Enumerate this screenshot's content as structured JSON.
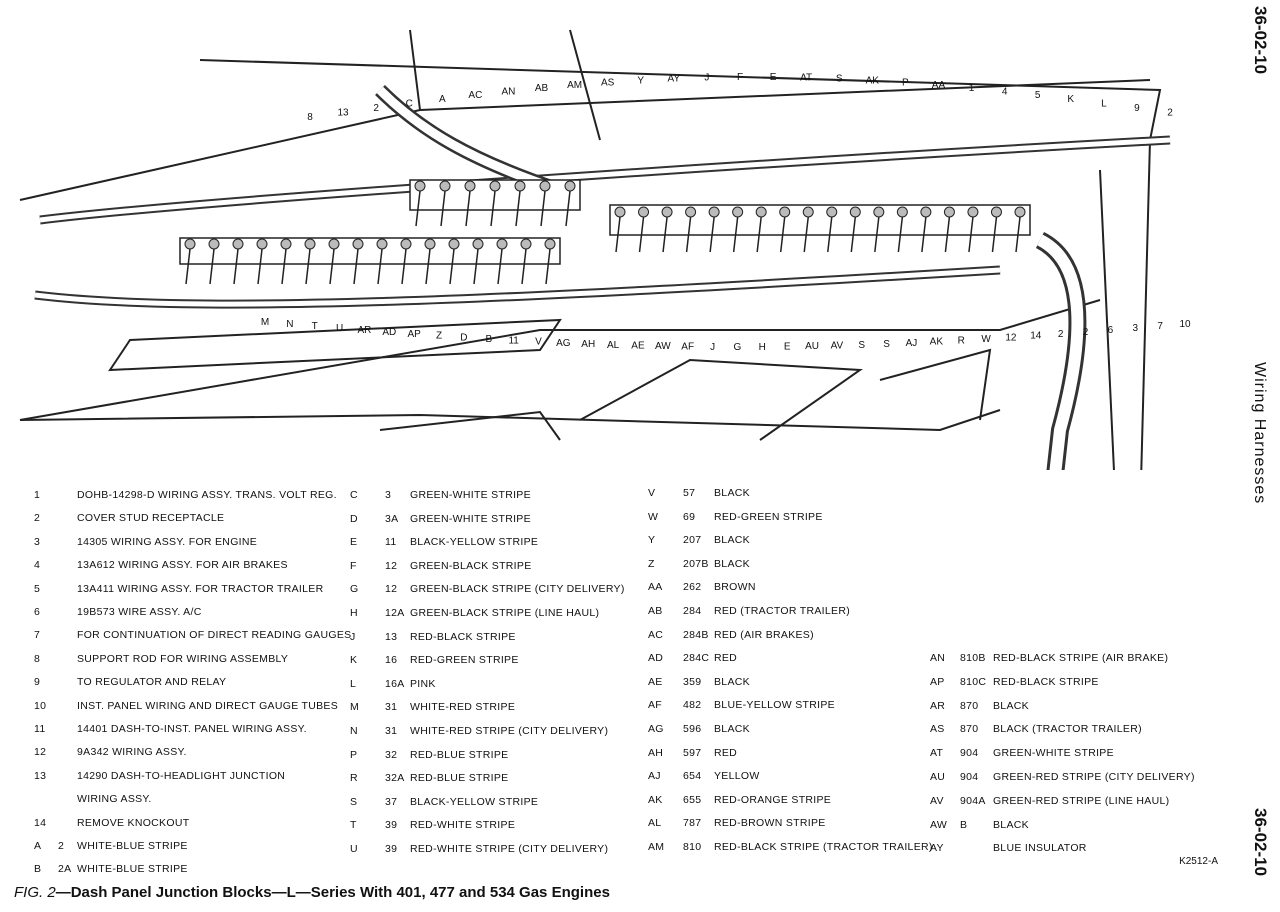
{
  "page": {
    "section_id_top": "36-02-10",
    "section_id_bottom": "36-02-10",
    "side_title": "Wiring Harnesses",
    "ref_code": "K2512-A",
    "caption_prefix": "FIG. 2",
    "caption_text": "—Dash Panel Junction Blocks—L—Series With 401, 477 and 534 Gas Engines"
  },
  "diagram": {
    "callouts_top": [
      "8",
      "13",
      "2",
      "C",
      "A",
      "AC",
      "AN",
      "AB",
      "AM",
      "AS",
      "Y",
      "AY",
      "J",
      "F",
      "E",
      "AT",
      "S",
      "AK",
      "P",
      "AA",
      "1",
      "4",
      "5",
      "K",
      "L",
      "9",
      "2"
    ],
    "callouts_bottom": [
      "M",
      "N",
      "T",
      "U",
      "AR",
      "AD",
      "AP",
      "Z",
      "D",
      "B",
      "11",
      "V",
      "AG",
      "AH",
      "AL",
      "AE",
      "AW",
      "AF",
      "J",
      "G",
      "H",
      "E",
      "AU",
      "AV",
      "S",
      "S",
      "AJ",
      "AK",
      "R",
      "W",
      "12",
      "14",
      "2",
      "2",
      "6",
      "3",
      "7",
      "10"
    ]
  },
  "legend": {
    "col1": [
      {
        "code": "1",
        "desc": "DOHB-14298-D WIRING ASSY. TRANS. VOLT REG."
      },
      {
        "code": "2",
        "desc": "COVER STUD RECEPTACLE"
      },
      {
        "code": "3",
        "desc": "14305 WIRING ASSY. FOR ENGINE"
      },
      {
        "code": "4",
        "desc": "13A612 WIRING ASSY. FOR AIR BRAKES"
      },
      {
        "code": "5",
        "desc": "13A411 WIRING ASSY. FOR TRACTOR TRAILER"
      },
      {
        "code": "6",
        "desc": "19B573 WIRE ASSY. A/C"
      },
      {
        "code": "7",
        "desc": "FOR CONTINUATION OF DIRECT READING GAUGES"
      },
      {
        "code": "8",
        "desc": "SUPPORT ROD FOR WIRING ASSEMBLY"
      },
      {
        "code": "9",
        "desc": "TO REGULATOR AND RELAY"
      },
      {
        "code": "10",
        "desc": "INST. PANEL WIRING AND DIRECT GAUGE TUBES"
      },
      {
        "code": "11",
        "desc": "14401 DASH-TO-INST. PANEL WIRING ASSY."
      },
      {
        "code": "12",
        "desc": "9A342 WIRING ASSY."
      },
      {
        "code": "13",
        "desc": "14290 DASH-TO-HEADLIGHT JUNCTION"
      },
      {
        "code": "",
        "desc": "WIRING ASSY."
      },
      {
        "code": "14",
        "desc": "REMOVE KNOCKOUT"
      },
      {
        "code": "A",
        "num": "2",
        "desc": "WHITE-BLUE STRIPE"
      },
      {
        "code": "B",
        "num": "2A",
        "desc": "WHITE-BLUE STRIPE"
      }
    ],
    "col2": [
      {
        "code": "C",
        "num": "3",
        "desc": "GREEN-WHITE STRIPE"
      },
      {
        "code": "D",
        "num": "3A",
        "desc": "GREEN-WHITE STRIPE"
      },
      {
        "code": "E",
        "num": "11",
        "desc": "BLACK-YELLOW STRIPE"
      },
      {
        "code": "F",
        "num": "12",
        "desc": "GREEN-BLACK STRIPE"
      },
      {
        "code": "G",
        "num": "12",
        "desc": "GREEN-BLACK STRIPE (CITY DELIVERY)"
      },
      {
        "code": "H",
        "num": "12A",
        "desc": "GREEN-BLACK STRIPE (LINE HAUL)"
      },
      {
        "code": "J",
        "num": "13",
        "desc": "RED-BLACK STRIPE"
      },
      {
        "code": "K",
        "num": "16",
        "desc": "RED-GREEN STRIPE"
      },
      {
        "code": "L",
        "num": "16A",
        "desc": "PINK"
      },
      {
        "code": "M",
        "num": "31",
        "desc": "WHITE-RED STRIPE"
      },
      {
        "code": "N",
        "num": "31",
        "desc": "WHITE-RED STRIPE (CITY DELIVERY)"
      },
      {
        "code": "P",
        "num": "32",
        "desc": "RED-BLUE STRIPE"
      },
      {
        "code": "R",
        "num": "32A",
        "desc": "RED-BLUE STRIPE"
      },
      {
        "code": "S",
        "num": "37",
        "desc": "BLACK-YELLOW STRIPE"
      },
      {
        "code": "T",
        "num": "39",
        "desc": "RED-WHITE STRIPE"
      },
      {
        "code": "U",
        "num": "39",
        "desc": "RED-WHITE STRIPE (CITY DELIVERY)"
      }
    ],
    "col3": [
      {
        "code": "V",
        "num": "57",
        "desc": "BLACK"
      },
      {
        "code": "W",
        "num": "69",
        "desc": "RED-GREEN STRIPE"
      },
      {
        "code": "Y",
        "num": "207",
        "desc": "BLACK"
      },
      {
        "code": "Z",
        "num": "207B",
        "desc": "BLACK"
      },
      {
        "code": "AA",
        "num": "262",
        "desc": "BROWN"
      },
      {
        "code": "AB",
        "num": "284",
        "desc": "RED (TRACTOR TRAILER)"
      },
      {
        "code": "AC",
        "num": "284B",
        "desc": "RED (AIR BRAKES)"
      },
      {
        "code": "AD",
        "num": "284C",
        "desc": "RED"
      },
      {
        "code": "AE",
        "num": "359",
        "desc": "BLACK"
      },
      {
        "code": "AF",
        "num": "482",
        "desc": "BLUE-YELLOW STRIPE"
      },
      {
        "code": "AG",
        "num": "596",
        "desc": "BLACK"
      },
      {
        "code": "AH",
        "num": "597",
        "desc": "RED"
      },
      {
        "code": "AJ",
        "num": "654",
        "desc": "YELLOW"
      },
      {
        "code": "AK",
        "num": "655",
        "desc": "RED-ORANGE STRIPE"
      },
      {
        "code": "AL",
        "num": "787",
        "desc": "RED-BROWN STRIPE"
      },
      {
        "code": "AM",
        "num": "810",
        "desc": "RED-BLACK STRIPE (TRACTOR TRAILER)"
      }
    ],
    "col4": [
      {
        "code": "AN",
        "num": "810B",
        "desc": "RED-BLACK STRIPE (AIR BRAKE)"
      },
      {
        "code": "AP",
        "num": "810C",
        "desc": "RED-BLACK STRIPE"
      },
      {
        "code": "AR",
        "num": "870",
        "desc": "BLACK"
      },
      {
        "code": "AS",
        "num": "870",
        "desc": "BLACK (TRACTOR TRAILER)"
      },
      {
        "code": "AT",
        "num": "904",
        "desc": "GREEN-WHITE STRIPE"
      },
      {
        "code": "AU",
        "num": "904",
        "desc": "GREEN-RED STRIPE (CITY DELIVERY)"
      },
      {
        "code": "AV",
        "num": "904A",
        "desc": "GREEN-RED STRIPE (LINE HAUL)"
      },
      {
        "code": "AW",
        "num": "B",
        "desc": "BLACK"
      },
      {
        "code": "AY",
        "num": "",
        "desc": "BLUE INSULATOR"
      }
    ]
  }
}
